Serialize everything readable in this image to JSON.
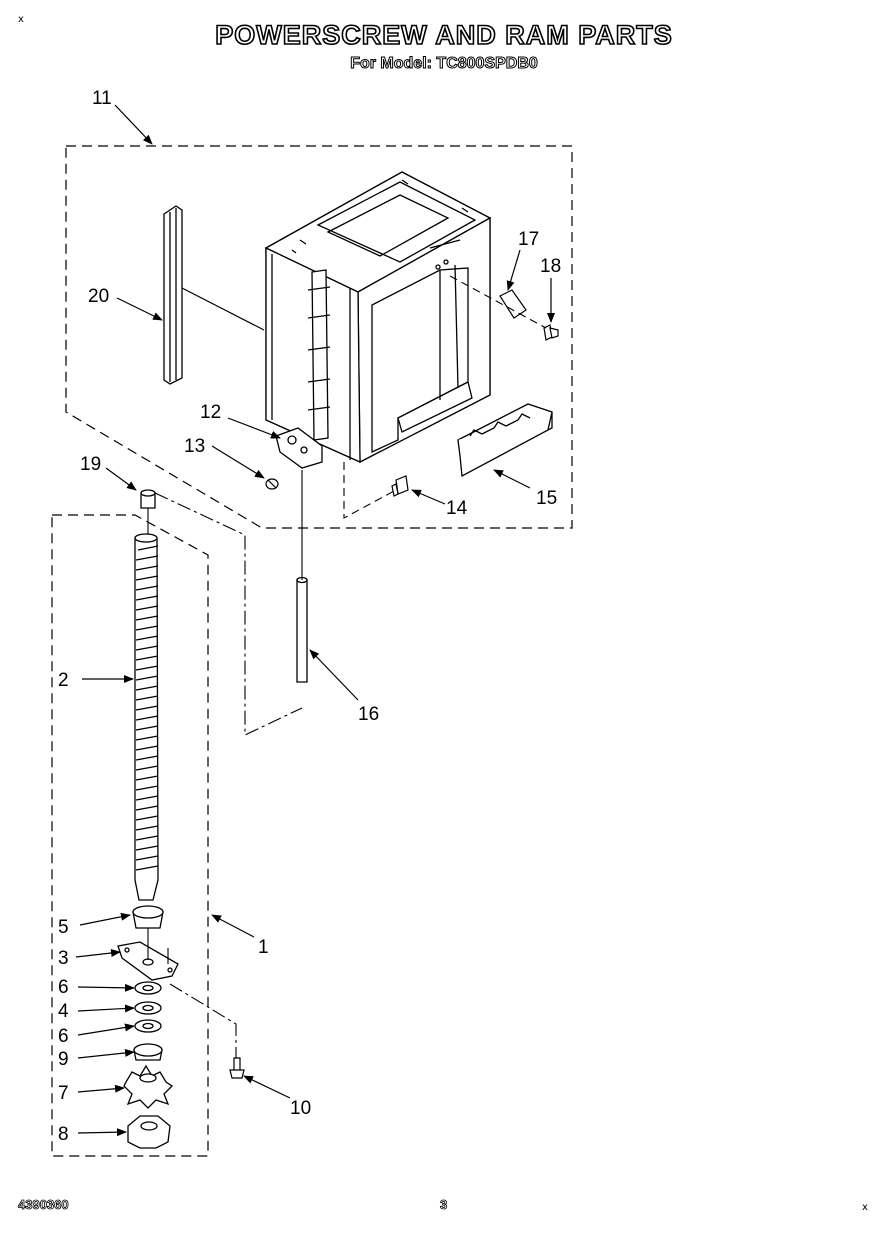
{
  "page": {
    "title": "POWERSCREW AND RAM PARTS",
    "subtitle": "For Model: TC800SPDB0",
    "document_number": "4390360",
    "page_number": "3",
    "corner_mark": "x"
  },
  "callouts": {
    "c1": "1",
    "c2": "2",
    "c3": "3",
    "c4": "4",
    "c5": "5",
    "c6a": "6",
    "c6b": "6",
    "c7": "7",
    "c8": "8",
    "c9": "9",
    "c10": "10",
    "c11": "11",
    "c12": "12",
    "c13": "13",
    "c14": "14",
    "c15": "15",
    "c16": "16",
    "c17": "17",
    "c18": "18",
    "c19": "19",
    "c20": "20"
  }
}
